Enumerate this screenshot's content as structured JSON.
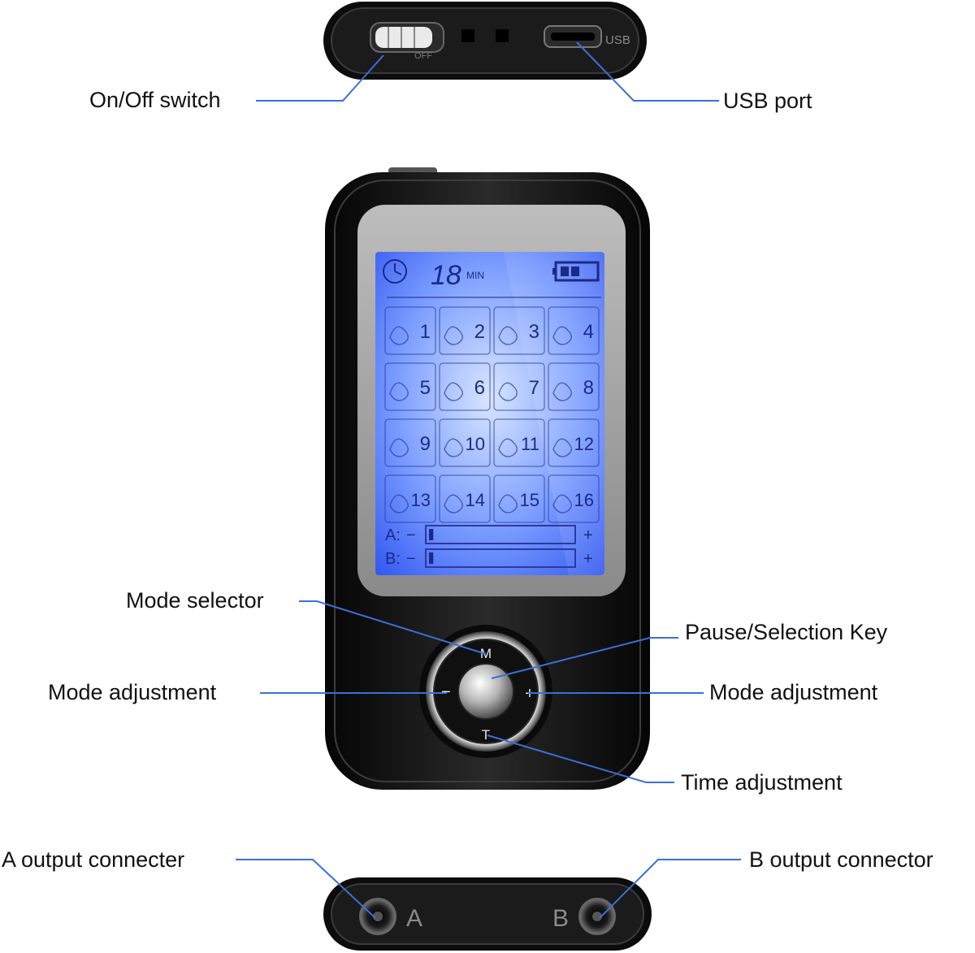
{
  "labels": {
    "on_off_switch": "On/Off switch",
    "usb_port": "USB port",
    "mode_selector": "Mode selector",
    "pause_selection_key": "Pause/Selection Key",
    "mode_adjustment_left": "Mode adjustment",
    "mode_adjustment_right": "Mode adjustment",
    "time_adjustment": "Time adjustment",
    "a_output": "A output connecter",
    "b_output": "B output connector"
  },
  "top_device": {
    "switch_label": "OFF",
    "usb_label": "USB"
  },
  "lcd": {
    "timer_value": "18",
    "timer_unit": "MIN",
    "modes": [
      "1",
      "2",
      "3",
      "4",
      "5",
      "6",
      "7",
      "8",
      "9",
      "10",
      "11",
      "12",
      "13",
      "14",
      "15",
      "16"
    ],
    "channel_a_label": "A:",
    "channel_b_label": "B:",
    "minus": "−",
    "plus": "+",
    "channel_a_level": 0.03,
    "channel_b_level": 0.03
  },
  "keypad": {
    "top": "M",
    "left": "−",
    "right": "+",
    "bottom": "T"
  },
  "bottom_device": {
    "port_a": "A",
    "port_b": "B"
  },
  "colors": {
    "leader_line": "#3b6fd8",
    "lcd_blue": "#2f5cff",
    "lcd_glow": "#cfe0ff",
    "device_body": "#111111"
  }
}
